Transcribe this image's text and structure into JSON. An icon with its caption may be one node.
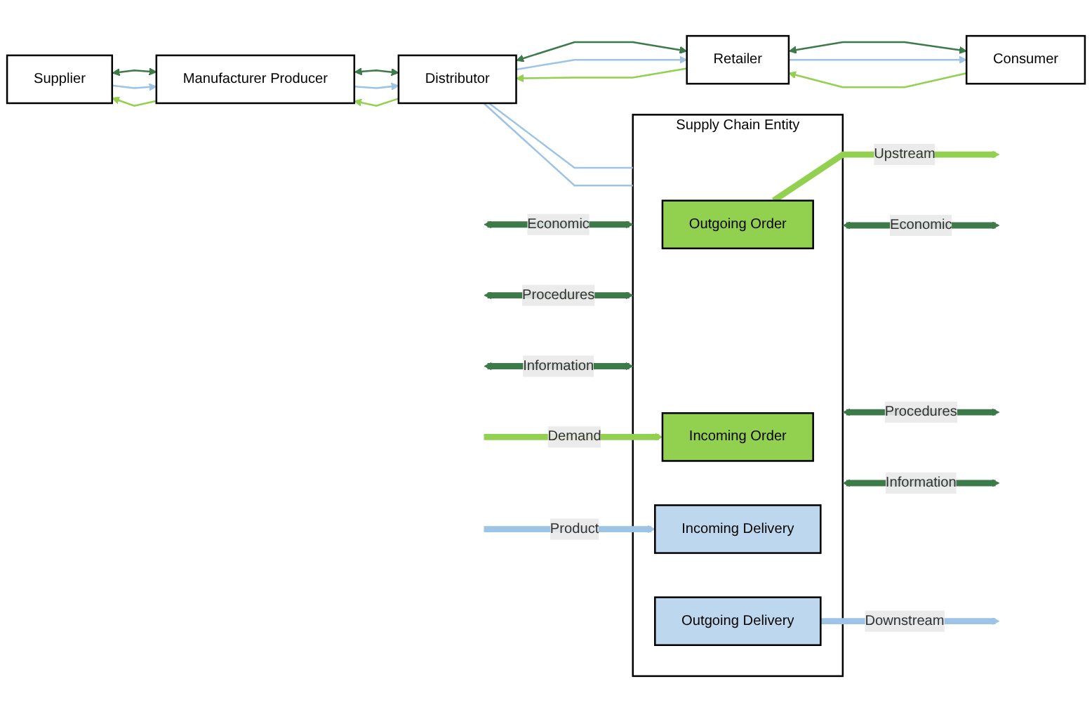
{
  "diagram": {
    "nodes": [
      {
        "text": [
          "Supplier"
        ]
      },
      {
        "text": [
          "Manufacturer Producer"
        ]
      },
      {
        "text": [
          "Distributor"
        ]
      },
      {
        "text": [
          "Retailer"
        ]
      },
      {
        "text": [
          "Consumer"
        ]
      },
      {
        "text": [
          "Supply Chain Entity"
        ]
      },
      {
        "text": [
          "Outgoing Order"
        ],
        "in": 5
      },
      {
        "text": [
          "Incoming Order"
        ],
        "in": 5
      },
      {
        "text": [
          "Incoming Delivery"
        ],
        "in": 5
      },
      {
        "text": [
          "Outgoing Delivery"
        ],
        "in": 5
      }
    ],
    "edges": [
      {
        "from": 1,
        "to": 0,
        "arrow": "to",
        "color": "#92d050"
      },
      {
        "from": 0,
        "to": 1,
        "arrow": "both",
        "color": "#3d7a4a"
      },
      {
        "from": 0,
        "to": 1,
        "arrow": "to",
        "color": "#9dc3e6"
      },
      {
        "from": 2,
        "to": 1,
        "arrow": "to",
        "color": "#92d050"
      },
      {
        "from": 1,
        "to": 2,
        "arrow": "both",
        "color": "#3d7a4a"
      },
      {
        "from": 1,
        "to": 2,
        "arrow": "to",
        "color": "#9dc3e6"
      },
      {
        "from": 3,
        "to": 2,
        "arrow": "to",
        "color": "#92d050"
      },
      {
        "from": 2,
        "to": 3,
        "arrow": "both",
        "color": "#3d7a4a"
      },
      {
        "from": 2,
        "to": 3,
        "arrow": "to",
        "color": "#9dc3e6"
      },
      {
        "from": 4,
        "to": 3,
        "arrow": "to",
        "color": "#92d050"
      },
      {
        "from": 3,
        "to": 4,
        "arrow": "both",
        "color": "#3d7a4a"
      },
      {
        "from": 3,
        "to": 4,
        "arrow": "to",
        "color": "#9dc3e6"
      },
      {
        "from": 2,
        "to": 5,
        "arrow": "none",
        "color": "#9dc3e6"
      },
      {
        "from": 2,
        "to": 5,
        "arrow": "none",
        "color": "#9dc3e6"
      },
      {
        "from": 6,
        "to": null,
        "arrow": "to",
        "label": "Upstream",
        "style": "thick",
        "color": "#92d050"
      },
      {
        "from": null,
        "to": 7,
        "arrow": "to",
        "label": "Demand",
        "style": "thick",
        "color": "#92d050"
      },
      {
        "from": null,
        "to": 5,
        "arrow": "both",
        "label": "Economic",
        "style": "thick",
        "color": "#3d7a4a"
      },
      {
        "from": null,
        "to": 5,
        "arrow": "both",
        "label": "Procedures",
        "style": "thick",
        "color": "#3d7a4a"
      },
      {
        "from": null,
        "to": 5,
        "arrow": "both",
        "label": "Information",
        "style": "thick",
        "color": "#3d7a4a"
      },
      {
        "from": 5,
        "to": null,
        "arrow": "both",
        "label": "Economic",
        "style": "thick",
        "color": "#3d7a4a"
      },
      {
        "from": 5,
        "to": null,
        "arrow": "both",
        "label": "Procedures",
        "style": "thick",
        "color": "#3d7a4a"
      },
      {
        "from": 5,
        "to": null,
        "arrow": "both",
        "label": "Information",
        "style": "thick",
        "color": "#3d7a4a"
      },
      {
        "from": null,
        "to": 8,
        "arrow": "to",
        "label": "Product",
        "style": "thick",
        "color": "#9dc3e6"
      },
      {
        "from": 9,
        "to": null,
        "arrow": "to",
        "label": "Downstream",
        "style": "thick",
        "color": "#9dc3e6"
      }
    ]
  }
}
